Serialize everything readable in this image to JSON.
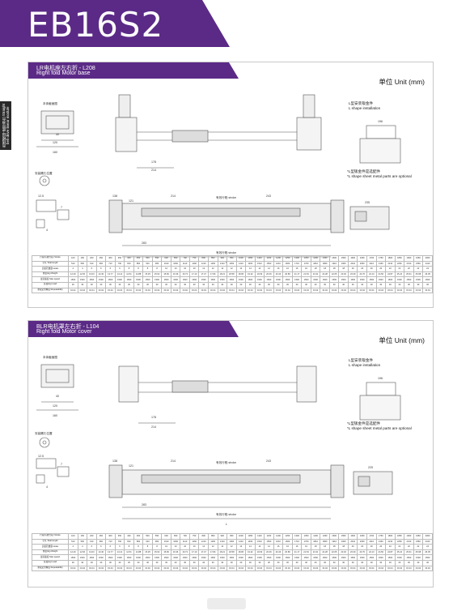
{
  "header": {
    "title": "EB16S2",
    "color": "#5b2a86"
  },
  "side_tab": {
    "text": "直线模组-皮带滑台 Straight belt drive linear module"
  },
  "panels": [
    {
      "title_cn": "LR电机座左右折 - L208",
      "title_en": "Right fold Motor base",
      "unit": "单位 Unit (mm)",
      "labels": {
        "section": "本体截面图",
        "end_view": "安装螺孔位置",
        "stroke_top": "有效行程 stroke",
        "stroke_bottom": "有效行程 stroke",
        "bracket_cn": "L型安装钣金件",
        "bracket_en": "L shape installation",
        "note_cn": "*L型钣金件是选配件",
        "note_en": "*L shape sheet metal parts are optional"
      },
      "dims": [
        "120",
        "160",
        "214",
        "243",
        "121",
        "138",
        "283",
        "178",
        "214",
        "196",
        "235",
        "12.5",
        "40",
        "7",
        "4",
        "L"
      ],
      "table_rows": [
        {
          "label": "行程(有效行程)\nStroke",
          "values": [
            "100",
            "150",
            "200",
            "250",
            "300",
            "350",
            "400",
            "450",
            "500",
            "550",
            "600",
            "650",
            "700",
            "750",
            "800",
            "850",
            "900",
            "950",
            "1000",
            "1050",
            "1100",
            "1150",
            "1200",
            "1250",
            "1300",
            "1350",
            "1400",
            "1450",
            "1500",
            "1550",
            "1600",
            "1650",
            "1700",
            "1750",
            "1800",
            "1850",
            "1900",
            "1950",
            "2000"
          ]
        },
        {
          "label": "全长\nTotal length",
          "values": [
            "510",
            "560",
            "610",
            "660",
            "710",
            "760",
            "810",
            "860",
            "910",
            "960",
            "1010",
            "1060",
            "1110",
            "1160",
            "1210",
            "1260",
            "1310",
            "1360",
            "1410",
            "1460",
            "1510",
            "1560",
            "1610",
            "1660",
            "1710",
            "1760",
            "1810",
            "1860",
            "1910",
            "1960",
            "2010",
            "2060",
            "2110",
            "2160",
            "2210",
            "2260",
            "2310",
            "2360",
            "2410"
          ]
        },
        {
          "label": "安装孔数量\nHoles",
          "values": [
            "4",
            "4",
            "6",
            "6",
            "6",
            "6",
            "8",
            "8",
            "8",
            "8",
            "10",
            "10",
            "10",
            "10",
            "12",
            "12",
            "12",
            "12",
            "14",
            "14",
            "14",
            "14",
            "16",
            "16",
            "16",
            "16",
            "18",
            "18",
            "18",
            "18",
            "20",
            "20",
            "20",
            "20",
            "22",
            "22",
            "22",
            "22",
            "24"
          ]
        },
        {
          "label": "重量(kg)\nWeight",
          "values": [
            "12.29",
            "12.66",
            "13.03",
            "13.40",
            "13.77",
            "14.14",
            "14.51",
            "14.88",
            "15.25",
            "15.62",
            "15.99",
            "16.36",
            "16.73",
            "17.10",
            "17.47",
            "17.84",
            "18.21",
            "18.58",
            "18.95",
            "19.32",
            "19.69",
            "20.06",
            "20.43",
            "20.80",
            "21.17",
            "21.54",
            "21.91",
            "22.28",
            "22.65",
            "23.02",
            "23.39",
            "23.76",
            "24.13",
            "24.50",
            "24.87",
            "25.24",
            "25.61",
            "25.98",
            "26.35"
          ]
        },
        {
          "label": "最高速度\nMax speed",
          "values": [
            "1500",
            "1500",
            "1500",
            "1500",
            "1500",
            "1500",
            "1500",
            "1500",
            "1500",
            "1500",
            "1500",
            "1500",
            "1500",
            "1500",
            "1500",
            "1500",
            "1500",
            "1500",
            "1500",
            "1500",
            "1500",
            "1500",
            "1500",
            "1500",
            "1500",
            "1500",
            "1500",
            "1500",
            "1500",
            "1500",
            "1500",
            "1500",
            "1500",
            "1500",
            "1500",
            "1500",
            "1500",
            "1500",
            "1500"
          ]
        },
        {
          "label": "负载(kg)\nLoad",
          "values": [
            "30",
            "30",
            "30",
            "30",
            "30",
            "30",
            "30",
            "30",
            "30",
            "30",
            "30",
            "30",
            "30",
            "30",
            "30",
            "30",
            "30",
            "30",
            "30",
            "30",
            "30",
            "30",
            "30",
            "30",
            "30",
            "30",
            "30",
            "30",
            "30",
            "30",
            "30",
            "30",
            "30",
            "30",
            "30",
            "30",
            "30",
            "30",
            "30"
          ]
        },
        {
          "label": "重复定位精度\nRepeatability",
          "values": [
            "±0.04",
            "±0.04",
            "±0.04",
            "±0.04",
            "±0.04",
            "±0.04",
            "±0.04",
            "±0.04",
            "±0.04",
            "±0.04",
            "±0.04",
            "±0.04",
            "±0.04",
            "±0.04",
            "±0.04",
            "±0.04",
            "±0.04",
            "±0.04",
            "±0.04",
            "±0.04",
            "±0.04",
            "±0.04",
            "±0.04",
            "±0.04",
            "±0.04",
            "±0.04",
            "±0.04",
            "±0.04",
            "±0.04",
            "±0.04",
            "±0.04",
            "±0.04",
            "±0.04",
            "±0.04",
            "±0.04",
            "±0.04",
            "±0.04",
            "±0.04",
            "±0.04"
          ]
        }
      ]
    },
    {
      "title_cn": "BLR电机罩左右折 - L104",
      "title_en": "Right fold Motor cover",
      "unit": "单位 Unit (mm)",
      "labels": {
        "section": "本体截面图",
        "end_view": "安装螺孔位置",
        "stroke_top": "有效行程 stroke",
        "stroke_bottom": "有效行程 stroke",
        "bracket_cn": "L型安装钣金件",
        "bracket_en": "L shape installation",
        "note_cn": "*L型钣金件是选配件",
        "note_en": "*L shape sheet metal parts are optional"
      },
      "dims": [
        "120",
        "160",
        "214",
        "243",
        "121",
        "138",
        "283",
        "178",
        "214",
        "196",
        "225",
        "12.5",
        "40",
        "7",
        "4",
        "L"
      ],
      "table_rows": [
        {
          "label": "行程(有效行程)\nStroke",
          "values": [
            "100",
            "150",
            "200",
            "250",
            "300",
            "350",
            "400",
            "450",
            "500",
            "550",
            "600",
            "650",
            "700",
            "750",
            "800",
            "850",
            "900",
            "950",
            "1000",
            "1050",
            "1100",
            "1150",
            "1200",
            "1250",
            "1300",
            "1350",
            "1400",
            "1450",
            "1500",
            "1550",
            "1600",
            "1650",
            "1700",
            "1750",
            "1800",
            "1850",
            "1900",
            "1950",
            "2000"
          ]
        },
        {
          "label": "全长\nTotal length",
          "values": [
            "510",
            "560",
            "610",
            "660",
            "710",
            "760",
            "810",
            "860",
            "910",
            "960",
            "1010",
            "1060",
            "1110",
            "1160",
            "1210",
            "1260",
            "1310",
            "1360",
            "1410",
            "1460",
            "1510",
            "1560",
            "1610",
            "1660",
            "1710",
            "1760",
            "1810",
            "1860",
            "1910",
            "1960",
            "2010",
            "2060",
            "2110",
            "2160",
            "2210",
            "2260",
            "2310",
            "2360",
            "2410"
          ]
        },
        {
          "label": "安装孔数量\nHoles",
          "values": [
            "4",
            "4",
            "6",
            "6",
            "6",
            "6",
            "8",
            "8",
            "8",
            "8",
            "10",
            "10",
            "10",
            "10",
            "12",
            "12",
            "12",
            "12",
            "14",
            "14",
            "14",
            "14",
            "16",
            "16",
            "16",
            "16",
            "18",
            "18",
            "18",
            "18",
            "20",
            "20",
            "20",
            "20",
            "22",
            "22",
            "22",
            "22",
            "24"
          ]
        },
        {
          "label": "重量(kg)\nWeight",
          "values": [
            "12.29",
            "12.66",
            "13.03",
            "13.40",
            "13.77",
            "14.14",
            "14.51",
            "14.88",
            "15.25",
            "15.62",
            "15.99",
            "16.36",
            "16.73",
            "17.10",
            "17.47",
            "17.84",
            "18.21",
            "18.58",
            "18.95",
            "19.32",
            "19.69",
            "20.06",
            "20.43",
            "20.80",
            "21.17",
            "21.54",
            "21.91",
            "22.28",
            "22.65",
            "23.02",
            "23.39",
            "23.76",
            "24.13",
            "24.50",
            "24.87",
            "25.24",
            "25.61",
            "25.98",
            "26.35"
          ]
        },
        {
          "label": "最高速度\nMax speed",
          "values": [
            "1500",
            "1500",
            "1500",
            "1500",
            "1500",
            "1500",
            "1500",
            "1500",
            "1500",
            "1500",
            "1500",
            "1500",
            "1500",
            "1500",
            "1500",
            "1500",
            "1500",
            "1500",
            "1500",
            "1500",
            "1500",
            "1500",
            "1500",
            "1500",
            "1500",
            "1500",
            "1500",
            "1500",
            "1500",
            "1500",
            "1500",
            "1500",
            "1500",
            "1500",
            "1500",
            "1500",
            "1500",
            "1500",
            "1500"
          ]
        },
        {
          "label": "负载(kg)\nLoad",
          "values": [
            "30",
            "30",
            "30",
            "30",
            "30",
            "30",
            "30",
            "30",
            "30",
            "30",
            "30",
            "30",
            "30",
            "30",
            "30",
            "30",
            "30",
            "30",
            "30",
            "30",
            "30",
            "30",
            "30",
            "30",
            "30",
            "30",
            "30",
            "30",
            "30",
            "30",
            "30",
            "30",
            "30",
            "30",
            "30",
            "30",
            "30",
            "30",
            "30"
          ]
        },
        {
          "label": "重复定位精度\nRepeatability",
          "values": [
            "±0.04",
            "±0.04",
            "±0.04",
            "±0.04",
            "±0.04",
            "±0.04",
            "±0.04",
            "±0.04",
            "±0.04",
            "±0.04",
            "±0.04",
            "±0.04",
            "±0.04",
            "±0.04",
            "±0.04",
            "±0.04",
            "±0.04",
            "±0.04",
            "±0.04",
            "±0.04",
            "±0.04",
            "±0.04",
            "±0.04",
            "±0.04",
            "±0.04",
            "±0.04",
            "±0.04",
            "±0.04",
            "±0.04",
            "±0.04",
            "±0.04",
            "±0.04",
            "±0.04",
            "±0.04",
            "±0.04",
            "±0.04",
            "±0.04",
            "±0.04",
            "±0.04"
          ]
        }
      ]
    }
  ]
}
